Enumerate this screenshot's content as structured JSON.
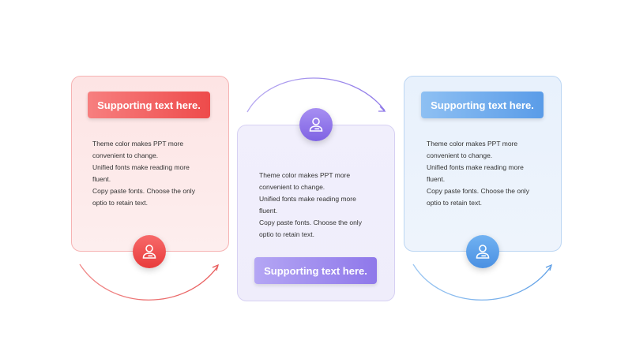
{
  "cards": [
    {
      "button_label": "Supporting text here.",
      "lines": [
        "Theme color makes PPT more",
        "convenient to change.",
        "Unified fonts make reading more",
        "fluent.",
        "Copy paste fonts. Choose the only",
        "optio to retain text."
      ],
      "icon": "user-icon",
      "accent": "#ee4b4b"
    },
    {
      "button_label": "Supporting text here.",
      "lines": [
        "Theme color makes PPT more",
        "convenient to change.",
        "Unified fonts make reading more",
        "fluent.",
        "Copy paste fonts. Choose the only",
        "optio to retain text."
      ],
      "icon": "user-icon",
      "accent": "#8f78ea"
    },
    {
      "button_label": "Supporting text here.",
      "lines": [
        "Theme color makes PPT more",
        "convenient to change.",
        "Unified fonts make reading more",
        "fluent.",
        "Copy paste fonts. Choose the only",
        "optio to retain text."
      ],
      "icon": "user-icon",
      "accent": "#5a9ce8"
    }
  ]
}
